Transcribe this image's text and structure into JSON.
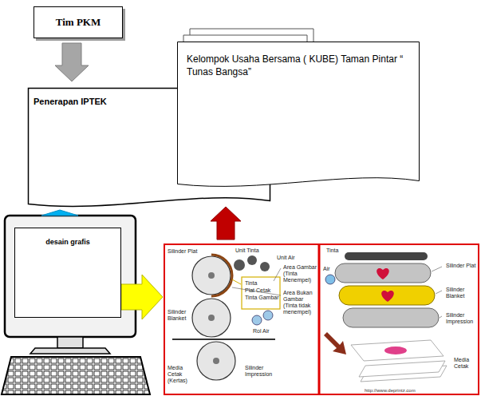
{
  "diagram": {
    "nodes": [
      {
        "text": [
          "Tim PKM"
        ]
      },
      {
        "text": [
          "Penerapan IPTEK"
        ]
      },
      {
        "text": [
          "Kelompok Usaha Bersama ( KUBE) Taman Pintar “ Tunas Bangsa”"
        ]
      },
      {
        "text": [
          "desain grafis"
        ]
      },
      {
        "text": [
          "Unit Tinta",
          "Silinder Plat",
          "Unit Air",
          "Area Gambar (Tinta Menempel)",
          "Area Bukan Gambar (Tinta tidak menempel)",
          "Tinta",
          "Plat Cetak",
          "Tinta Gambar",
          "Rol Air",
          "Silinder Blanket",
          "Media Cetak (Kertas)",
          "Silinder Impression",
          "Tinta",
          "Air",
          "Silinder Plat",
          "Silinder Blanket",
          "Silinder Impression",
          "Media Cetak",
          "http://www.deprintz.com"
        ]
      }
    ],
    "edges": [
      {
        "from": 0,
        "to": 1,
        "arrow": "to"
      },
      {
        "from": 1,
        "to": 2,
        "arrow": "to"
      },
      {
        "from": 1,
        "to": 3,
        "arrow": "to"
      },
      {
        "from": 3,
        "to": 4,
        "arrow": "to"
      },
      {
        "from": 4,
        "to": 2,
        "arrow": "to"
      }
    ]
  }
}
